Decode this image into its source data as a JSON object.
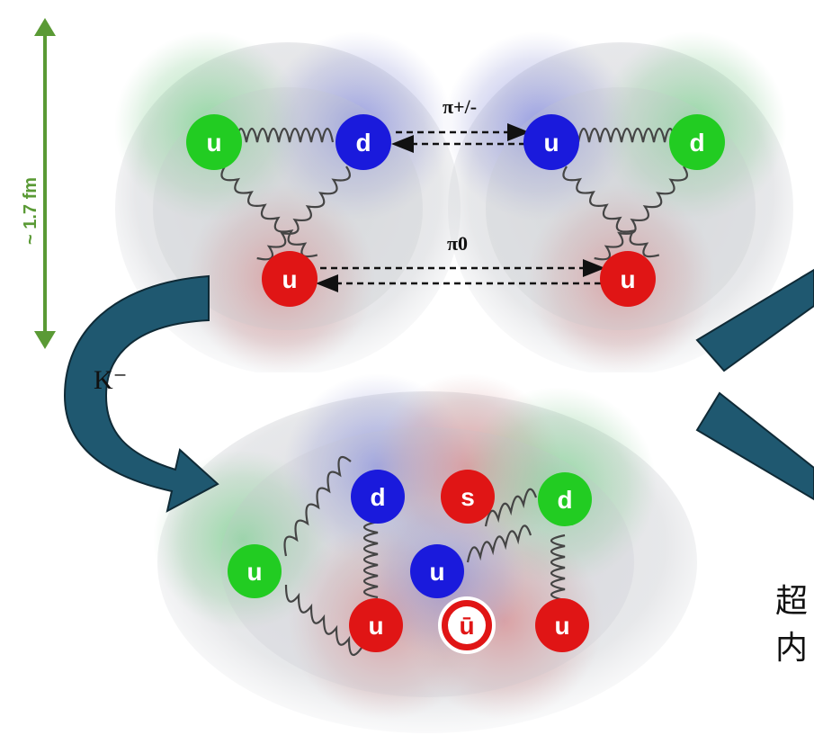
{
  "scale": {
    "label": "~ 1.7 fm",
    "color": "#5a9a35"
  },
  "top_left_nucleon": {
    "quarks": [
      {
        "flavor": "u",
        "color": "#22cc22"
      },
      {
        "flavor": "d",
        "color": "#1a1adc"
      },
      {
        "flavor": "u",
        "color": "#e01515"
      }
    ]
  },
  "top_right_nucleon": {
    "quarks": [
      {
        "flavor": "u",
        "color": "#1a1adc"
      },
      {
        "flavor": "d",
        "color": "#22cc22"
      },
      {
        "flavor": "u",
        "color": "#e01515"
      }
    ]
  },
  "exchange_labels": {
    "charged_pion": "π+/-",
    "neutral_pion": "π0"
  },
  "kaon_label": "K⁻",
  "bottom_cluster": {
    "quarks": [
      {
        "flavor": "d",
        "color": "#1a1adc"
      },
      {
        "flavor": "s",
        "color": "#e01515"
      },
      {
        "flavor": "d",
        "color": "#22cc22"
      },
      {
        "flavor": "u",
        "color": "#22cc22"
      },
      {
        "flavor": "u",
        "color": "#1a1adc"
      },
      {
        "flavor": "u",
        "color": "#e01515"
      },
      {
        "flavor": "ū",
        "color": "#e01515"
      },
      {
        "flavor": "u",
        "color": "#e01515"
      }
    ]
  },
  "cropped_text": {
    "line1": "超",
    "line2": "内"
  },
  "arrow_color": "#1f5870"
}
